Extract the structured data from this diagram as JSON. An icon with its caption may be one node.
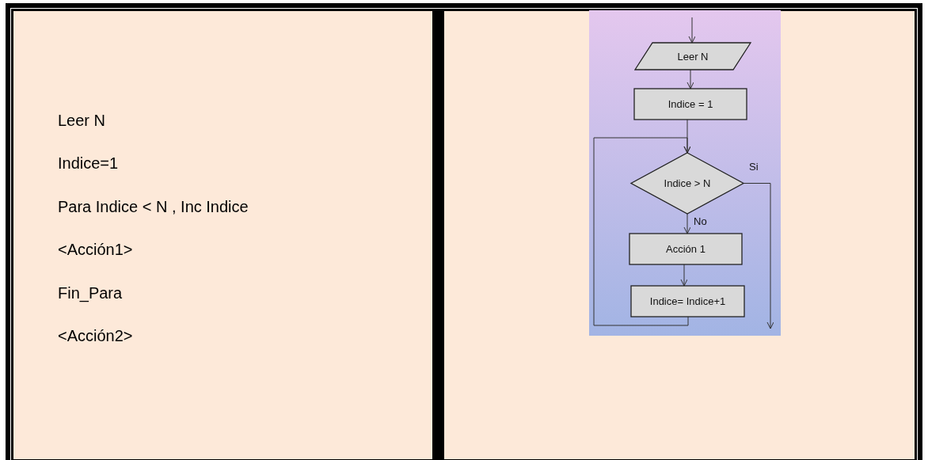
{
  "diagram": {
    "nodes": [
      {
        "text": [
          "Leer N"
        ]
      },
      {
        "text": [
          "Indice = 1"
        ]
      },
      {
        "text": [
          "Indice > N"
        ]
      },
      {
        "text": [
          "Acción 1"
        ]
      },
      {
        "text": [
          "Indice= Indice+1"
        ]
      }
    ],
    "edges": [
      {
        "from": null,
        "to": 0,
        "arrow": "to"
      },
      {
        "from": 0,
        "to": 1,
        "arrow": "to"
      },
      {
        "from": 1,
        "to": 2,
        "arrow": "to"
      },
      {
        "from": 2,
        "to": 3,
        "arrow": "to",
        "label": "No"
      },
      {
        "from": 3,
        "to": 4,
        "arrow": "to"
      },
      {
        "from": 4,
        "to": 2,
        "arrow": "to"
      },
      {
        "from": 2,
        "to": null,
        "arrow": "to",
        "label": "Si"
      }
    ],
    "labels": [
      "Leer N",
      "Indice=1",
      "Para Indice < N , Inc Indice",
      "<Acción1>",
      "Fin_Para",
      "<Acción2>"
    ]
  }
}
